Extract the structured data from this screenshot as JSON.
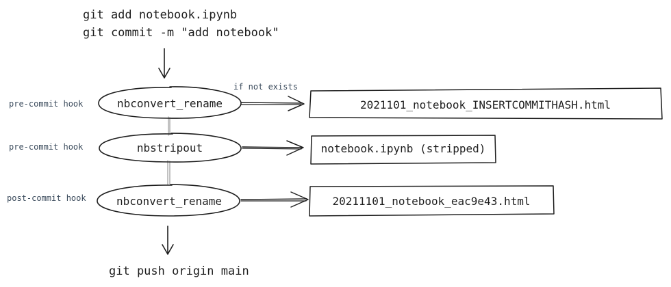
{
  "top_commands": [
    "git add notebook.ipynb",
    "git commit -m \"add notebook\""
  ],
  "bottom_command": "git push origin main",
  "rows": [
    {
      "hook_label": "pre-commit hook",
      "process": "nbconvert_rename",
      "edge_label": "if not exists",
      "output": "2021101_notebook_INSERTCOMMITHASH.html"
    },
    {
      "hook_label": "pre-commit hook",
      "process": "nbstripout",
      "edge_label": "",
      "output": "notebook.ipynb (stripped)"
    },
    {
      "hook_label": "post-commit hook",
      "process": "nbconvert_rename",
      "edge_label": "",
      "output": "20211101_notebook_eac9e43.html"
    }
  ]
}
